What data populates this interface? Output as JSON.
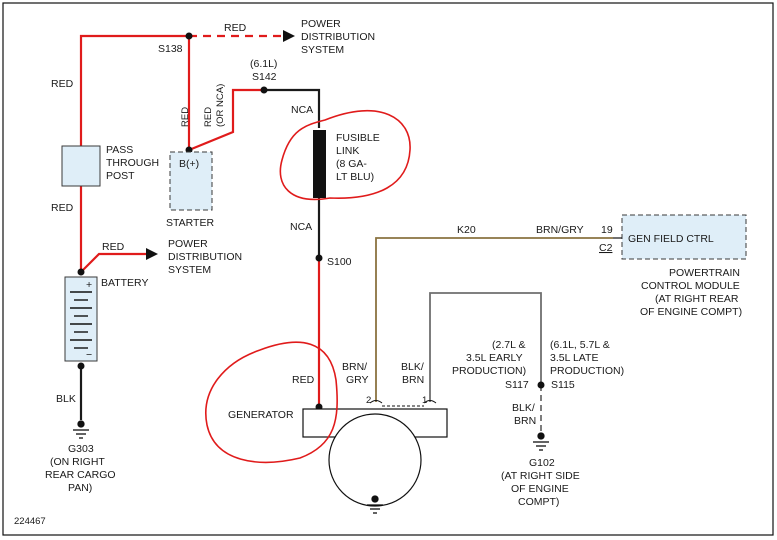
{
  "labels": {
    "red_top": "RED",
    "pds_top_l1": "POWER",
    "pds_top_l2": "DISTRIBUTION",
    "pds_top_l3": "SYSTEM",
    "s138": "S138",
    "red_left_upper": "RED",
    "red_left_lower": "RED",
    "red_vert_a": "RED",
    "red_vert_b_l1": "RED",
    "red_vert_b_l2": "(OR NCA)",
    "s142_l1": "(6.1L)",
    "s142_l2": "S142",
    "nca_top": "NCA",
    "nca_bottom": "NCA",
    "fusible_l1": "FUSIBLE",
    "fusible_l2": "LINK",
    "fusible_l3": "(8 GA-",
    "fusible_l4": "LT BLU)",
    "pass_l1": "PASS",
    "pass_l2": "THROUGH",
    "pass_l3": "POST",
    "starter_term": "B(+)",
    "starter": "STARTER",
    "s100": "S100",
    "red_batt": "RED",
    "pds_mid_l1": "POWER",
    "pds_mid_l2": "DISTRIBUTION",
    "pds_mid_l3": "SYSTEM",
    "battery": "BATTERY",
    "plus": "+",
    "minus": "−",
    "blk_batt": "BLK",
    "g303_l1": "G303",
    "g303_l2": "(ON RIGHT",
    "g303_l3": "REAR CARGO",
    "g303_l4": "PAN)",
    "k20": "K20",
    "brn_gry_top": "BRN/GRY",
    "pin19": "19",
    "c2": "C2",
    "gen_field_ctrl": "GEN FIELD CTRL",
    "pcm_l1": "POWERTRAIN",
    "pcm_l2": "CONTROL MODULE",
    "pcm_l3": "(AT RIGHT REAR",
    "pcm_l4": "OF ENGINE COMPT)",
    "brn_gry_l1": "BRN/",
    "brn_gry_l2": "GRY",
    "blk_brn_l1": "BLK/",
    "blk_brn_l2": "BRN",
    "red_gen": "RED",
    "generator": "GENERATOR",
    "pin2": "2",
    "pin1": "1",
    "s117_l1": "(2.7L &",
    "s117_l2": "3.5L EARLY",
    "s117_l3": "PRODUCTION)",
    "s117": "S117",
    "s115_l1": "(6.1L, 5.7L &",
    "s115_l2": "3.5L LATE",
    "s115_l3": "PRODUCTION)",
    "s115": "S115",
    "blk_brn_g_l1": "BLK/",
    "blk_brn_g_l2": "BRN",
    "g102_l1": "G102",
    "g102_l2": "(AT RIGHT SIDE",
    "g102_l3": "OF ENGINE",
    "g102_l4": "COMPT)",
    "figure_id": "224467"
  },
  "colors": {
    "red_wire": "#e01b1b",
    "black_wire": "#1a1a1a",
    "brown_wire": "#8a7340",
    "gray_wire": "#6f6f6f",
    "component_fill": "#dfeef8"
  }
}
